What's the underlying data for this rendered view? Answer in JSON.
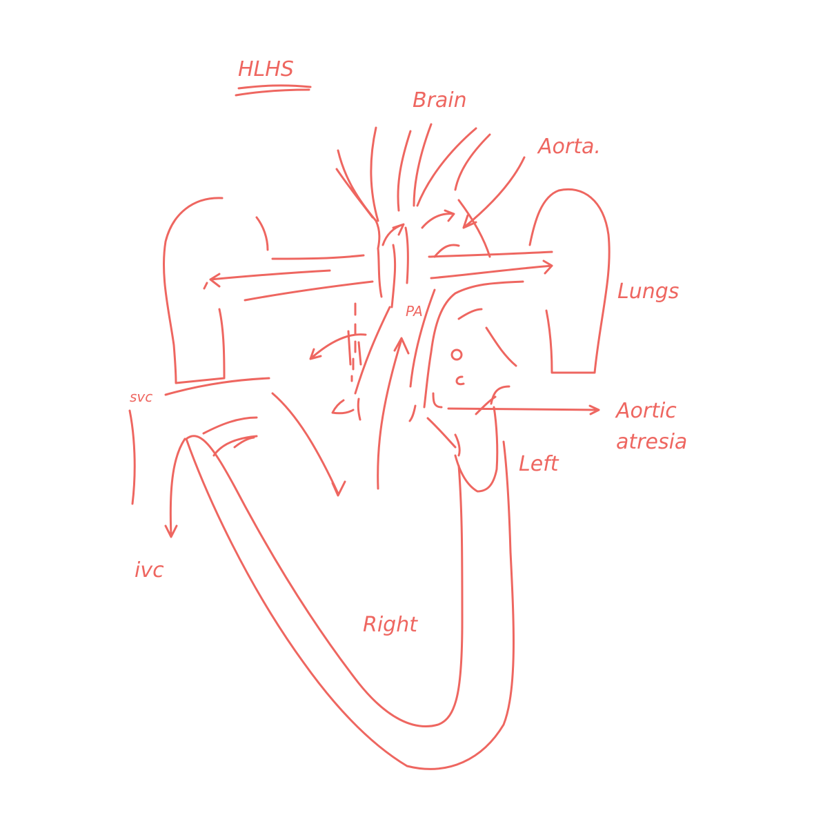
{
  "colors": {
    "ink": "#EE6660",
    "background": "#FFFFFF"
  },
  "labels": {
    "title": "HLHS",
    "brain": "Brain",
    "aorta": "Aorta.",
    "lungs": "Lungs",
    "pa": "PA",
    "svc": "svc",
    "ivc": "ivc",
    "aortic_atresia_line1": "Aortic",
    "aortic_atresia_line2": "atresia",
    "left": "Left",
    "right": "Right"
  }
}
